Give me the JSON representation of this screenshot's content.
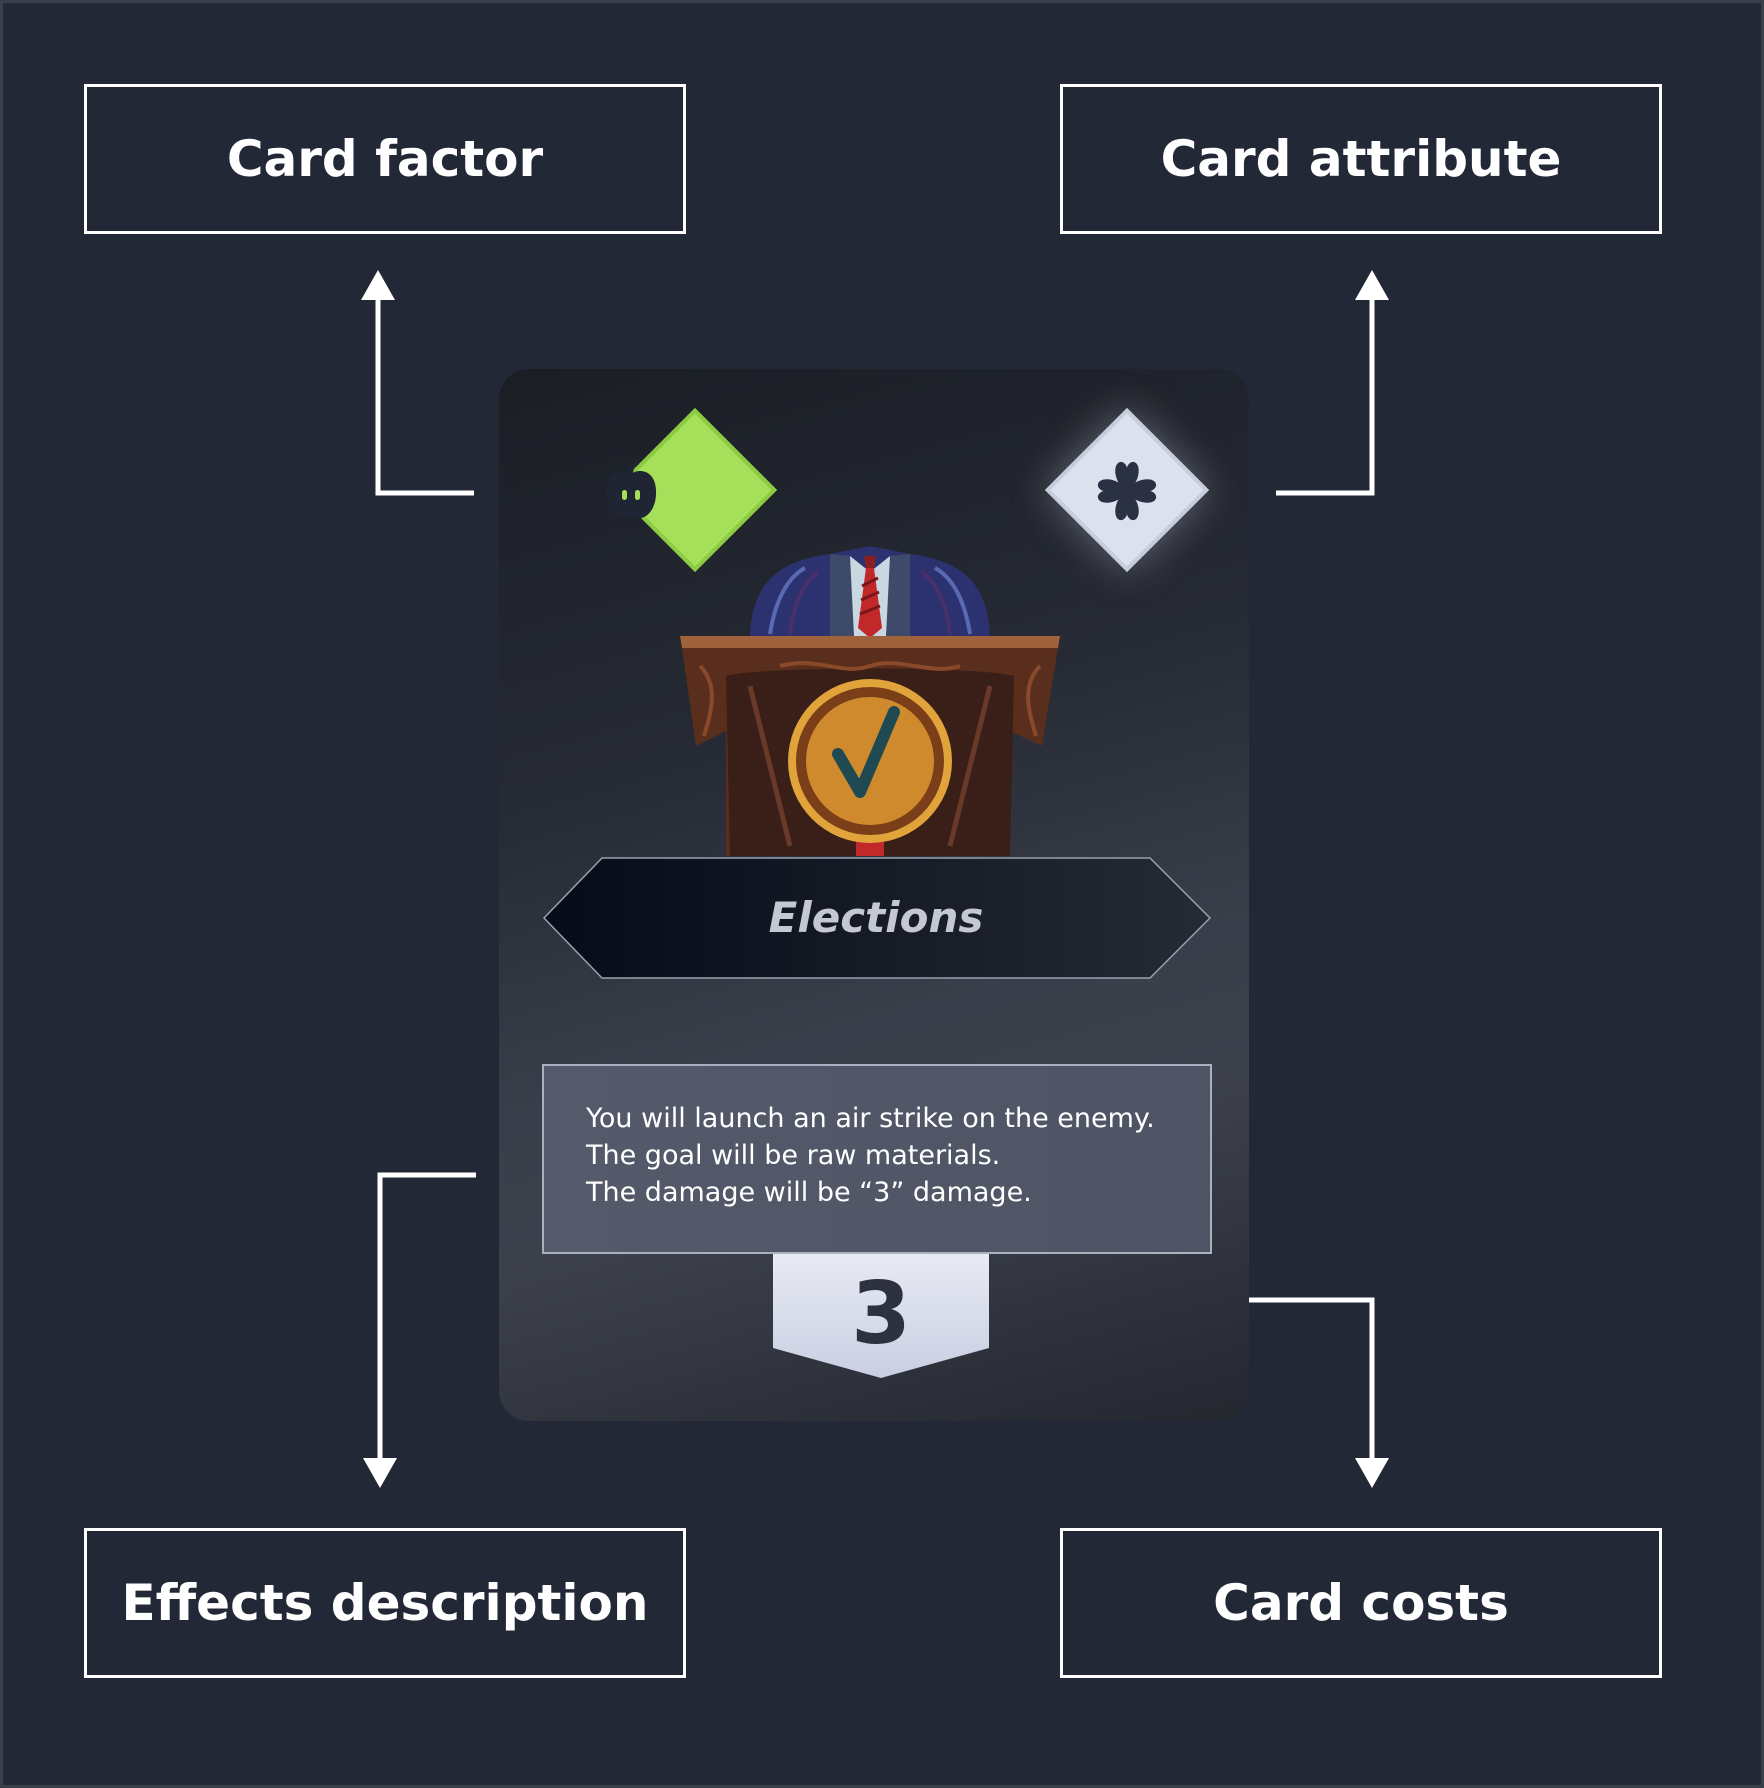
{
  "labels": {
    "card_factor": "Card factor",
    "card_attribute": "Card attribute",
    "effects_description": "Effects description",
    "card_costs": "Card costs"
  },
  "card": {
    "title": "Elections",
    "effects": [
      "You will launch an air strike on the enemy.",
      "The goal will be raw materials.",
      "The damage will be “3” damage."
    ],
    "cost": "3",
    "factor_icon": "apple-icon",
    "attribute_icon": "clover-icon"
  },
  "colors": {
    "background": "#232837",
    "factor_diamond": "#a6e05a",
    "attribute_diamond": "#dde1ee",
    "arrow": "#ffffff"
  }
}
